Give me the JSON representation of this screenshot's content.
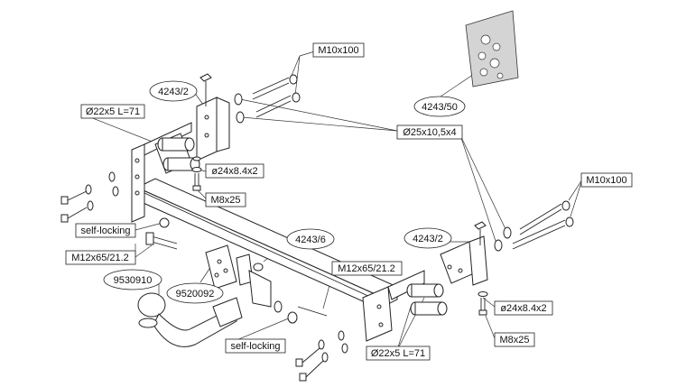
{
  "labels": {
    "m10_top": "M10x100",
    "part_4243_2_left": "4243/2",
    "part_4243_50": "4243/50",
    "spacer_left": "Ø22x5 L=71",
    "washer_25": "Ø25x10,5x4",
    "washer_24_left": "ø24x8.4x2",
    "bolt_m8_left": "M8x25",
    "m10_right": "M10x100",
    "self_locking_top": "self-locking",
    "part_4243_6": "4243/6",
    "part_4243_2_right": "4243/2",
    "m12_left": "M12x65/21.2",
    "part_9530910": "9530910",
    "m12_mid": "M12x65/21.2",
    "part_9520092": "9520092",
    "washer_24_right": "ø24x8.4x2",
    "self_locking_bottom": "self-locking",
    "bolt_m8_right": "M8x25",
    "spacer_right": "Ø22x5 L=71"
  }
}
